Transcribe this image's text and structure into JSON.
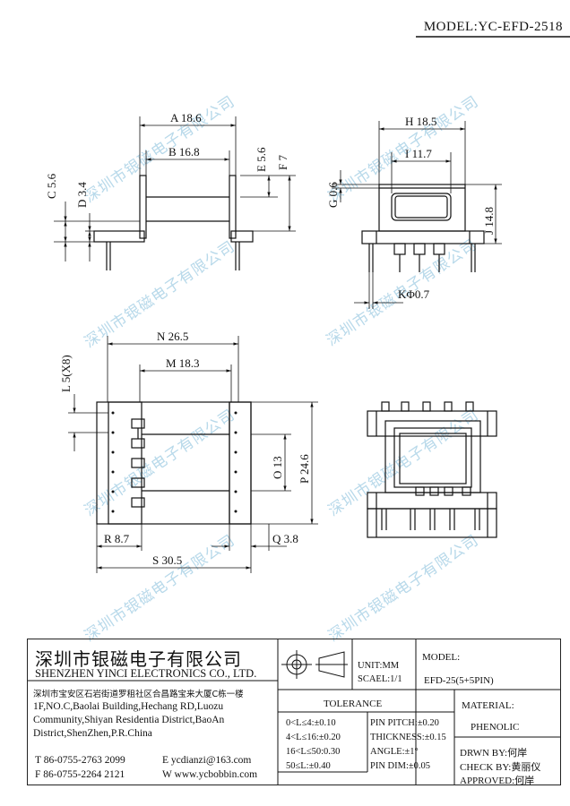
{
  "model_label": "MODEL:YC-EFD-2518",
  "watermark_text": "深圳市银磁电子有限公司",
  "dims": {
    "A": "A 18.6",
    "B": "B 16.8",
    "C": "C 5.6",
    "D": "D 3.4",
    "E": "E 5.6",
    "F": "F 7",
    "G": "G 0.6",
    "H": "H 18.5",
    "I": "I 11.7",
    "J": "J 14.8",
    "K": "KΦ0.7",
    "L": "L 5(X8)",
    "M": "M 18.3",
    "N": "N 26.5",
    "O": "O 13",
    "P": "P 24.6",
    "Q": "Q 3.8",
    "R": "R 8.7",
    "S": "S 30.5"
  },
  "title_block": {
    "company_cn": "深圳市银磁电子有限公司",
    "company_en": "SHENZHEN YINCI ELECTRONICS CO., LTD.",
    "address_cn": "深圳市宝安区石岩街道罗租社区合昌路宝来大厦C栋一楼",
    "address_en_1": "1F,NO.C,Baolai Building,Hechang RD,Luozu",
    "address_en_2": "Community,Shiyan Residentia District,BaoAn",
    "address_en_3": "District,ShenZhen,P.R.China",
    "tel": "T 86-0755-2763 2099",
    "fax": "F 86-0755-2264 2121",
    "email": "E ycdianzi@163.com",
    "web": "W www.ycbobbin.com",
    "unit": "UNIT:MM",
    "scale": "SCAEL:1/1",
    "model_label": "MODEL:",
    "model_value": "EFD-25(5+5PIN)",
    "tolerance_title": "TOLERANCE",
    "tol": [
      "0<L≤4:±0.10",
      "4<L≤16:±0.20",
      "16<L≤50:0.30",
      "50≤L:±0.40"
    ],
    "pin": [
      "PIN PITCH:±0.20",
      "THICKNESS:±0.15",
      "ANGLE:±1°",
      "PIN DIM:±0.05"
    ],
    "material_label": "MATERIAL:",
    "material_value": "PHENOLIC",
    "drawn": "DRWN BY:何岸",
    "check": "CHECK BY:黄丽仪",
    "approved": "APPROVED:何岸"
  }
}
